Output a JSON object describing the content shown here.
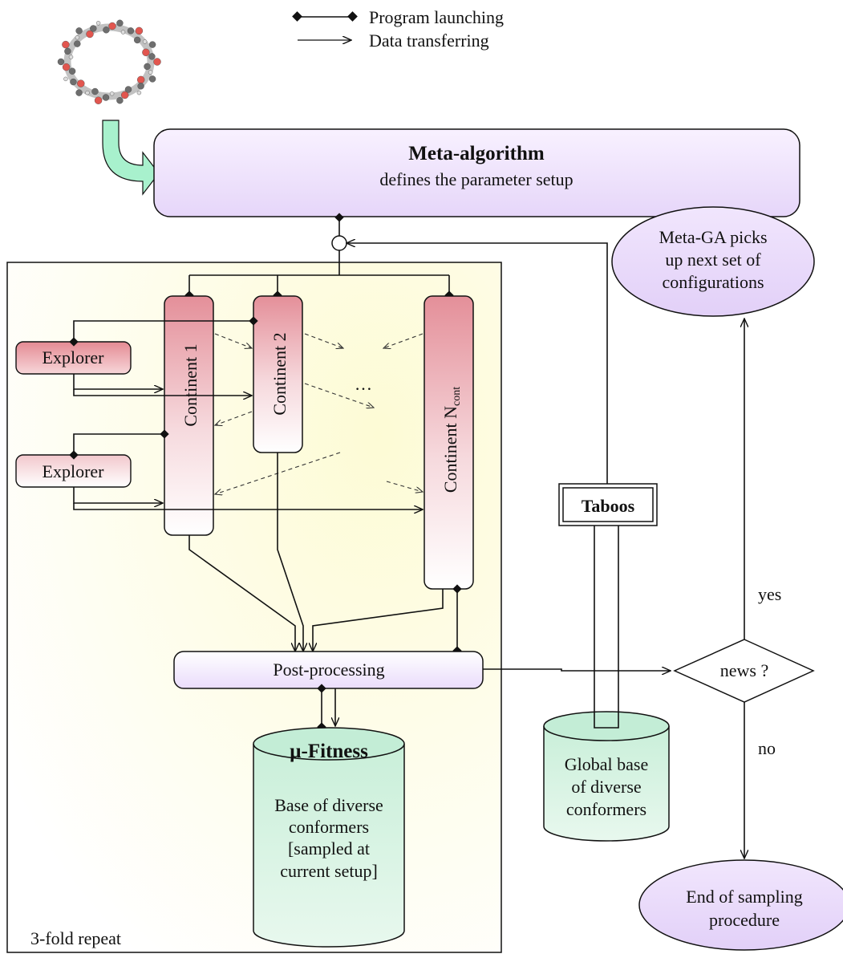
{
  "legend": {
    "launch_label": "Program launching",
    "transfer_label": "Data transferring"
  },
  "meta_algorithm": {
    "title": "Meta-algorithm",
    "subtitle": "defines the parameter setup"
  },
  "meta_ga": {
    "line1": "Meta-GA picks",
    "line2": "up next set of",
    "line3": "configurations"
  },
  "explorers": [
    "Explorer",
    "Explorer"
  ],
  "continents": {
    "c1": "Continent 1",
    "c2": "Continent 2",
    "cn": "Continent N",
    "cn_sub": "cont",
    "ellipsis": "…"
  },
  "post_processing": "Post-processing",
  "mu_fitness": {
    "title": "µ-Fitness",
    "lines": [
      "Base of diverse",
      "conformers",
      "[sampled at",
      "current setup]"
    ]
  },
  "taboos": "Taboos",
  "global_base": {
    "lines": [
      "Global base",
      "of diverse",
      "conformers"
    ]
  },
  "decision": {
    "label": "news ?",
    "yes": "yes",
    "no": "no"
  },
  "end": {
    "line1": "End of sampling",
    "line2": "procedure"
  },
  "repeat_label": "3-fold repeat",
  "colors": {
    "meta_fill": "#eee0fb",
    "continent_top": "#e79aa2",
    "explorer_dark": "#e68f97",
    "explorer_light": "#f5cfd3",
    "cylinder_fill": "#c6efd8",
    "repeat_panel": "#fbf8cf",
    "input_arrow": "#a6f2cd"
  }
}
